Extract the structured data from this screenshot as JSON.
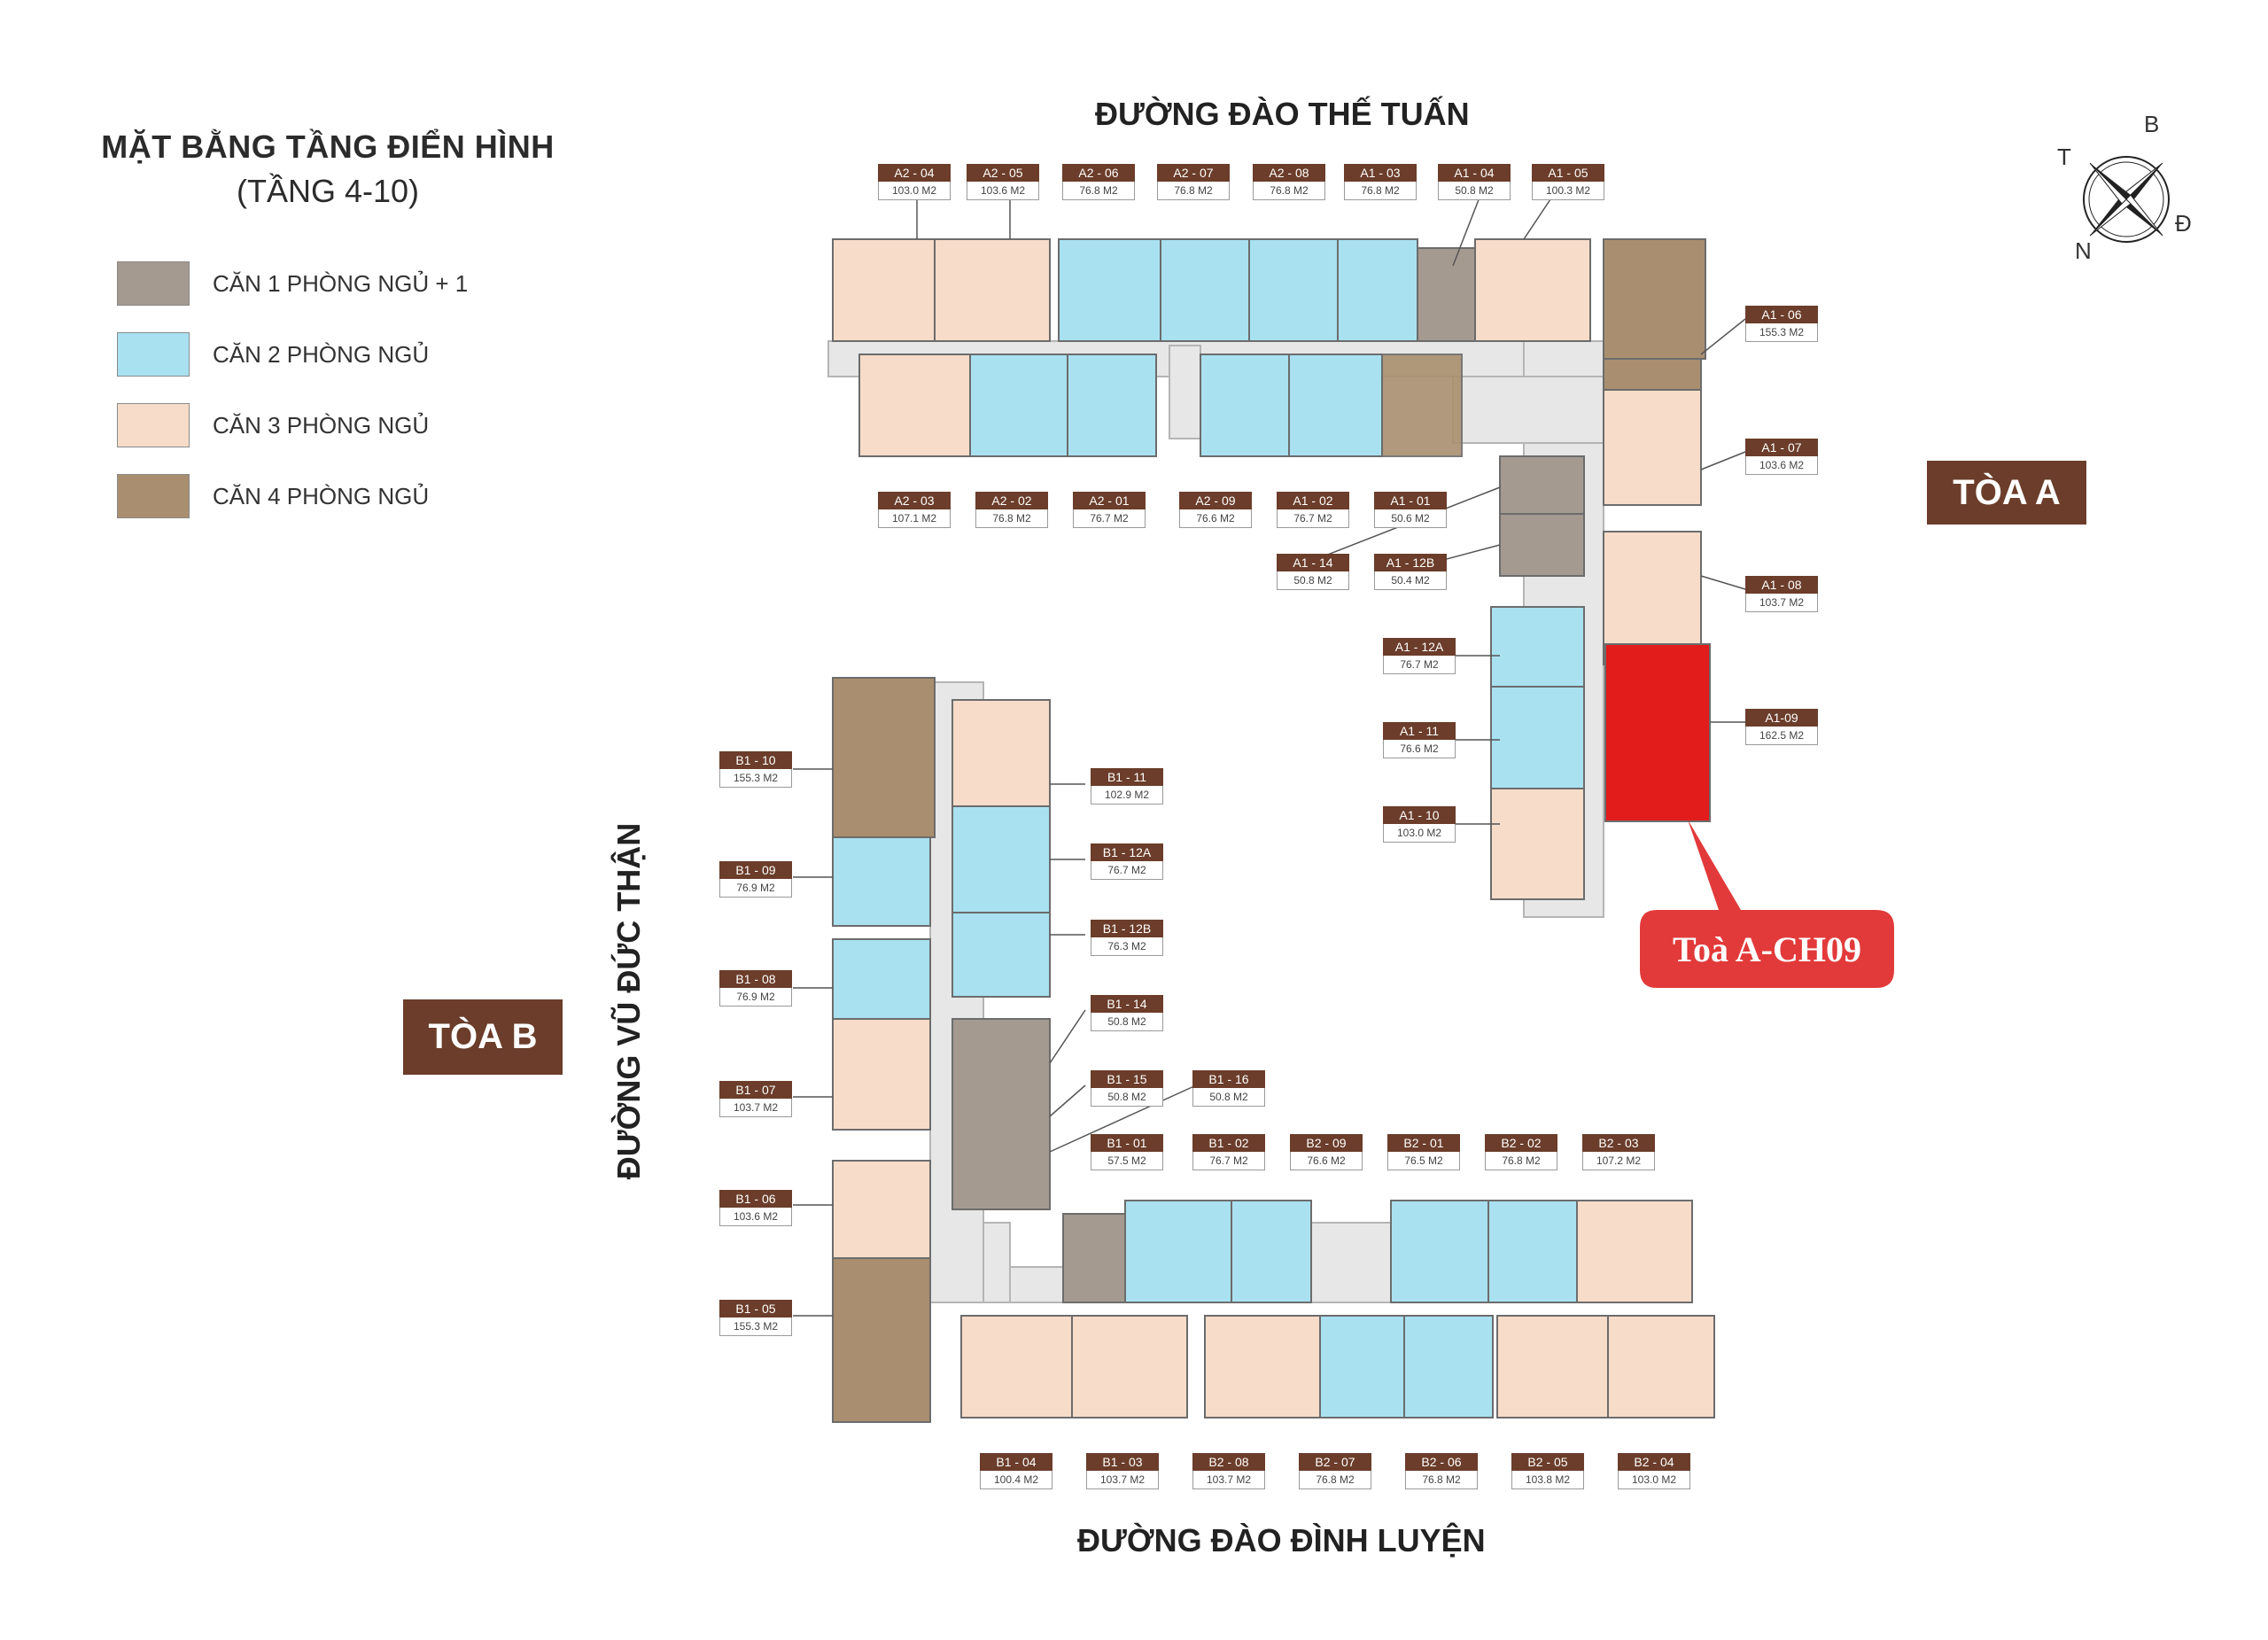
{
  "title": {
    "main": "MẶT BẰNG TẦNG ĐIỂN HÌNH",
    "sub": "(TẦNG 4-10)"
  },
  "legend": [
    {
      "label": "CĂN 1 PHÒNG NGỦ + 1",
      "color": "#a59a90"
    },
    {
      "label": "CĂN 2 PHÒNG NGỦ",
      "color": "#a9e1f1"
    },
    {
      "label": "CĂN 3 PHÒNG NGỦ",
      "color": "#f6dcc9"
    },
    {
      "label": "CĂN 4 PHÒNG NGỦ",
      "color": "#a98f6f"
    }
  ],
  "roads": {
    "north": "ĐƯỜNG ĐÀO THẾ TUẤN",
    "south": "ĐƯỜNG ĐÀO ĐÌNH LUYỆN",
    "west": "ĐƯỜNG VŨ ĐỨC THẬN"
  },
  "towers": {
    "a": "TÒA A",
    "b": "TÒA B"
  },
  "compass": {
    "n": "B",
    "e": "Đ",
    "s": "N",
    "w": "T"
  },
  "callout": {
    "label": "Toà A-CH09",
    "color": "#e23a3a"
  },
  "highlight_color": "#e21b1b",
  "units": [
    {
      "code": "A2 - 04",
      "area": "103.0 M2"
    },
    {
      "code": "A2 - 05",
      "area": "103.6 M2"
    },
    {
      "code": "A2 - 06",
      "area": "76.8 M2"
    },
    {
      "code": "A2 - 07",
      "area": "76.8 M2"
    },
    {
      "code": "A2 - 08",
      "area": "76.8 M2"
    },
    {
      "code": "A1 - 03",
      "area": "76.8 M2"
    },
    {
      "code": "A1 - 04",
      "area": "50.8 M2"
    },
    {
      "code": "A1 - 05",
      "area": "100.3 M2"
    },
    {
      "code": "A1 - 06",
      "area": "155.3 M2"
    },
    {
      "code": "A1 - 07",
      "area": "103.6 M2"
    },
    {
      "code": "A1 - 08",
      "area": "103.7 M2"
    },
    {
      "code": "A1-09",
      "area": "162.5 M2"
    },
    {
      "code": "A2 - 03",
      "area": "107.1 M2"
    },
    {
      "code": "A2 - 02",
      "area": "76.8 M2"
    },
    {
      "code": "A2 - 01",
      "area": "76.7 M2"
    },
    {
      "code": "A2 - 09",
      "area": "76.6 M2"
    },
    {
      "code": "A1 - 02",
      "area": "76.7 M2"
    },
    {
      "code": "A1 - 01",
      "area": "50.6 M2"
    },
    {
      "code": "A1 - 14",
      "area": "50.8 M2"
    },
    {
      "code": "A1 - 12B",
      "area": "50.4 M2"
    },
    {
      "code": "A1 - 12A",
      "area": "76.7 M2"
    },
    {
      "code": "A1 - 11",
      "area": "76.6 M2"
    },
    {
      "code": "A1 - 10",
      "area": "103.0 M2"
    },
    {
      "code": "B1 - 10",
      "area": "155.3 M2"
    },
    {
      "code": "B1 - 09",
      "area": "76.9 M2"
    },
    {
      "code": "B1 - 08",
      "area": "76.9 M2"
    },
    {
      "code": "B1 - 07",
      "area": "103.7 M2"
    },
    {
      "code": "B1 - 06",
      "area": "103.6 M2"
    },
    {
      "code": "B1 - 05",
      "area": "155.3 M2"
    },
    {
      "code": "B1 - 11",
      "area": "102.9 M2"
    },
    {
      "code": "B1 - 12A",
      "area": "76.7 M2"
    },
    {
      "code": "B1 - 12B",
      "area": "76.3 M2"
    },
    {
      "code": "B1 - 14",
      "area": "50.8 M2"
    },
    {
      "code": "B1 - 15",
      "area": "50.8 M2"
    },
    {
      "code": "B1 - 16",
      "area": "50.8 M2"
    },
    {
      "code": "B1 - 01",
      "area": "57.5 M2"
    },
    {
      "code": "B1 - 02",
      "area": "76.7 M2"
    },
    {
      "code": "B2 - 09",
      "area": "76.6 M2"
    },
    {
      "code": "B2 - 01",
      "area": "76.5 M2"
    },
    {
      "code": "B2 - 02",
      "area": "76.8 M2"
    },
    {
      "code": "B2 - 03",
      "area": "107.2 M2"
    },
    {
      "code": "B1 - 04",
      "area": "100.4 M2"
    },
    {
      "code": "B1 - 03",
      "area": "103.7 M2"
    },
    {
      "code": "B2 - 08",
      "area": "103.7 M2"
    },
    {
      "code": "B2 - 07",
      "area": "76.8 M2"
    },
    {
      "code": "B2 - 06",
      "area": "76.8 M2"
    },
    {
      "code": "B2 - 05",
      "area": "103.8 M2"
    },
    {
      "code": "B2 - 04",
      "area": "103.0 M2"
    }
  ]
}
